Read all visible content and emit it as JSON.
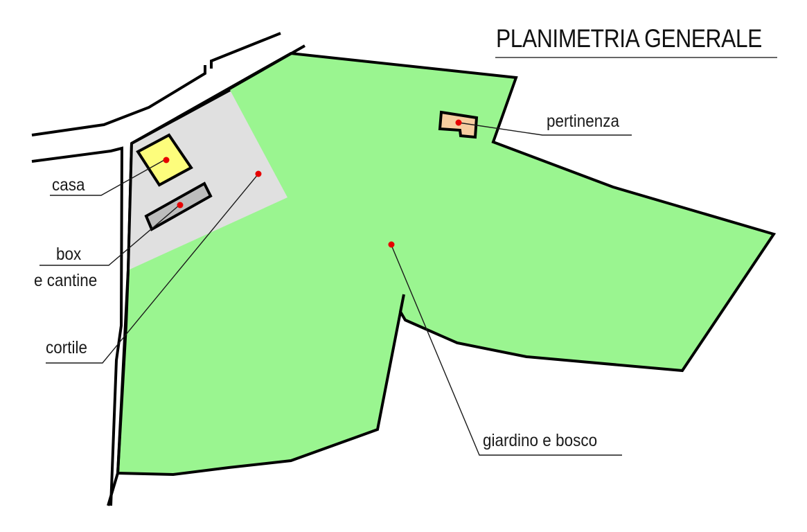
{
  "title": "PLANIMETRIA GENERALE",
  "colors": {
    "garden": "#9af590",
    "courtyard": "#e0e0e0",
    "house": "#fdfd7c",
    "box": "#bdbdbd",
    "outbuilding": "#f6cda0",
    "outline": "#000000",
    "marker": "#e60000",
    "leader": "#1a1a1a"
  },
  "areas": [
    {
      "id": "casa",
      "label": "casa"
    },
    {
      "id": "box",
      "label_line1": "box",
      "label_line2": "e cantine"
    },
    {
      "id": "cortile",
      "label": "cortile"
    },
    {
      "id": "pertinenza",
      "label": "pertinenza"
    },
    {
      "id": "giardino",
      "label": "giardino e bosco"
    }
  ]
}
